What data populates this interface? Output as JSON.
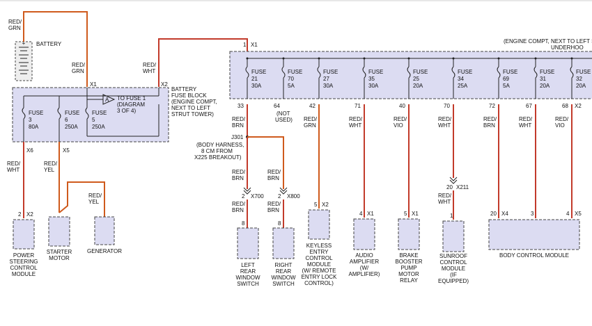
{
  "battery": {
    "label": "BATTERY",
    "wire_color": [
      "RED/",
      "GRN"
    ]
  },
  "fuse_block_battery": {
    "title": [
      "BATTERY",
      "FUSE BLOCK",
      "(ENGINE COMPT,",
      "NEXT TO LEFT",
      "STRUT TOWER)"
    ],
    "x1": "X1",
    "x2": "X2",
    "to_fuse": [
      "TO FUSE 1",
      "(DIAGRAM",
      "3 OF 4)"
    ],
    "arrow_label": "A",
    "fuses": [
      {
        "label": "FUSE",
        "num": "3",
        "amp": "80A"
      },
      {
        "label": "FUSE",
        "num": "6",
        "amp": "250A"
      },
      {
        "label": "FUSE",
        "num": "5",
        "amp": "250A"
      }
    ],
    "wire_x1": [
      "RED/",
      "GRN"
    ],
    "wire_x2": [
      "RED/",
      "WHT"
    ]
  },
  "left_outputs": [
    {
      "conn": "X6",
      "wire": [
        "RED/",
        "WHT"
      ],
      "pin": "2",
      "pin_conn": "X2",
      "device": [
        "POWER",
        "STEERING",
        "CONTROL",
        "MODULE"
      ]
    },
    {
      "conn": "X5",
      "wire": [
        "RED/",
        "YEL"
      ],
      "device": [
        "STARTER",
        "MOTOR"
      ]
    },
    {
      "wire": [
        "RED/",
        "YEL"
      ],
      "device": [
        "GENERATOR"
      ]
    }
  ],
  "underhood": {
    "title": [
      "(ENGINE COMPT, NEXT TO LEFT S",
      "UNDERHOO"
    ],
    "pin_top": "1",
    "conn_top": "X1",
    "fuses": [
      {
        "label": "FUSE",
        "num": "21",
        "amp": "30A",
        "pin": "33"
      },
      {
        "label": "FUSE",
        "num": "70",
        "amp": "5A",
        "pin": "64"
      },
      {
        "label": "FUSE",
        "num": "27",
        "amp": "30A",
        "pin": "42"
      },
      {
        "label": "FUSE",
        "num": "35",
        "amp": "30A",
        "pin": "71"
      },
      {
        "label": "FUSE",
        "num": "25",
        "amp": "20A",
        "pin": "40"
      },
      {
        "label": "FUSE",
        "num": "34",
        "amp": "25A",
        "pin": "70"
      },
      {
        "label": "FUSE",
        "num": "69",
        "amp": "5A",
        "pin": "72"
      },
      {
        "label": "FUSE",
        "num": "31",
        "amp": "20A",
        "pin": "67"
      },
      {
        "label": "FUSE",
        "num": "32",
        "amp": "20A",
        "pin": "68",
        "pin_conn": "X2"
      }
    ],
    "not_used": [
      "(NOT",
      "USED)"
    ]
  },
  "circuits": {
    "c33": {
      "wire": [
        "RED/",
        "BRN"
      ],
      "splice": "J301",
      "splice_note": [
        "(BODY HARNESS,",
        "8 CM FROM",
        "X225 BREAKOUT)"
      ],
      "left_wire": [
        "RED/",
        "BRN"
      ],
      "left_pin": "2",
      "left_conn": "X700",
      "left_wire2": [
        "RED/",
        "BRN"
      ],
      "left_pin2": "8",
      "left_device": [
        "LEFT",
        "REAR",
        "WINDOW",
        "SWITCH"
      ],
      "right_wire": [
        "RED/",
        "BRN"
      ],
      "right_pin": "2",
      "right_conn": "X800",
      "right_wire2": [
        "RED/",
        "BRN"
      ],
      "right_pin2": "8",
      "right_device": [
        "RIGHT",
        "REAR",
        "WINDOW",
        "SWITCH"
      ]
    },
    "c42": {
      "wire": [
        "RED/",
        "GRN"
      ],
      "pin": "5",
      "conn": "X2",
      "device": [
        "KEYLESS",
        "ENTRY",
        "CONTROL",
        "MODULE",
        "(W/ REMOTE",
        "ENTRY LOCK",
        "CONTROL)"
      ]
    },
    "c71": {
      "wire": [
        "RED/",
        "WHT"
      ],
      "pin": "4",
      "conn": "X1",
      "device": [
        "AUDIO",
        "AMPLIFIER",
        "(W/",
        "AMPLIFIER)"
      ]
    },
    "c40": {
      "wire": [
        "RED/",
        "VIO"
      ],
      "pin": "5",
      "conn": "X1",
      "device": [
        "BRAKE",
        "BOOSTER",
        "PUMP",
        "MOTOR",
        "RELAY"
      ]
    },
    "c70": {
      "wire": [
        "RED/",
        "WHT"
      ],
      "pin_mid": "20",
      "conn_mid": "X211",
      "wire2": [
        "RED/",
        "WHT"
      ],
      "pin": "1",
      "device": [
        "SUNROOF",
        "CONTROL",
        "MODULE",
        "(IF",
        "EQUIPPED)"
      ]
    },
    "c72": {
      "wire": [
        "RED/",
        "BRN"
      ],
      "pin": "20",
      "conn": "X4"
    },
    "c67": {
      "wire": [
        "RED/",
        "WHT"
      ],
      "pin": "3"
    },
    "c68": {
      "wire": [
        "RED/",
        "VIO"
      ],
      "pin": "4",
      "conn": "X5"
    },
    "bcm": {
      "device": [
        "BODY CONTROL MODULE"
      ]
    }
  }
}
